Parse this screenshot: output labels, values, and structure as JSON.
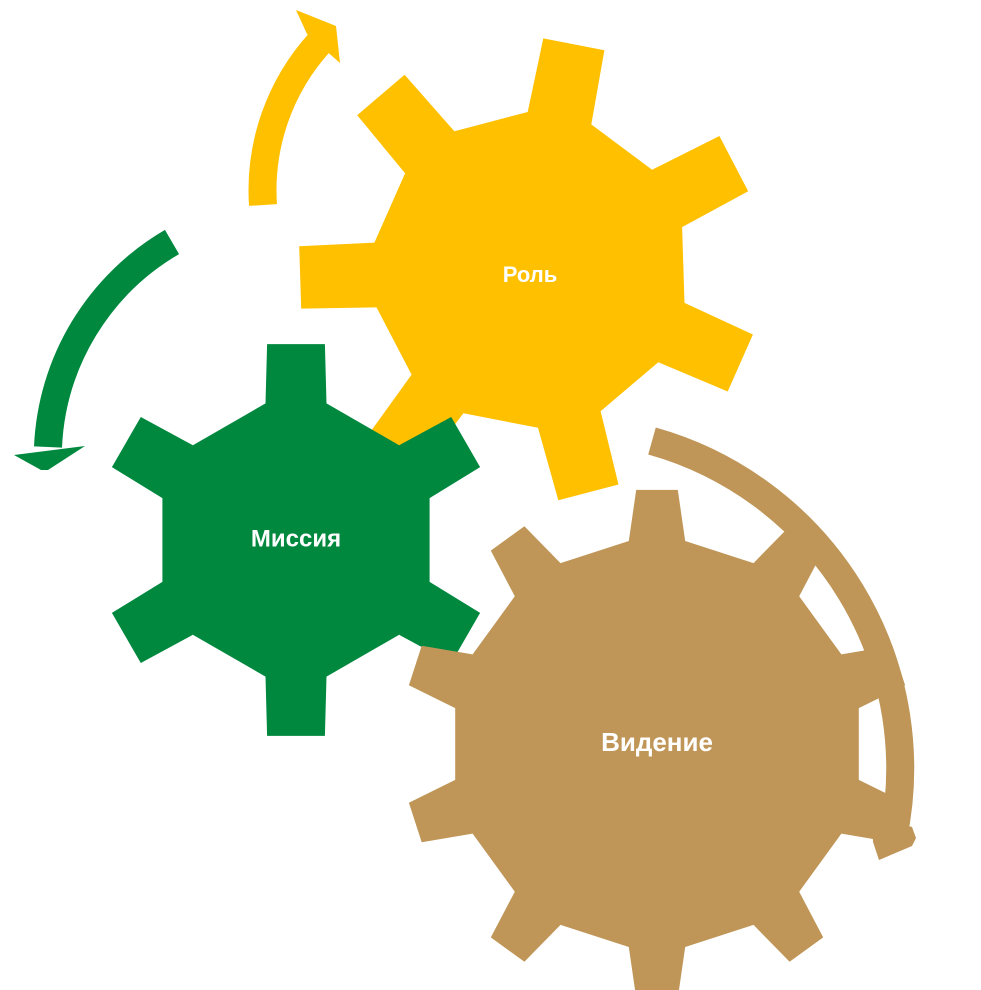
{
  "diagram": {
    "gears": [
      {
        "id": "role",
        "label": "Роль",
        "color": "#FFC000"
      },
      {
        "id": "mission",
        "label": "Миссия",
        "color": "#00883E"
      },
      {
        "id": "vision",
        "label": "Видение",
        "color": "#BF9658"
      }
    ],
    "arrows": [
      {
        "id": "role-arrow",
        "color": "#FFC000"
      },
      {
        "id": "mission-arrow",
        "color": "#00883E"
      },
      {
        "id": "vision-arrow",
        "color": "#BF9658"
      }
    ]
  }
}
